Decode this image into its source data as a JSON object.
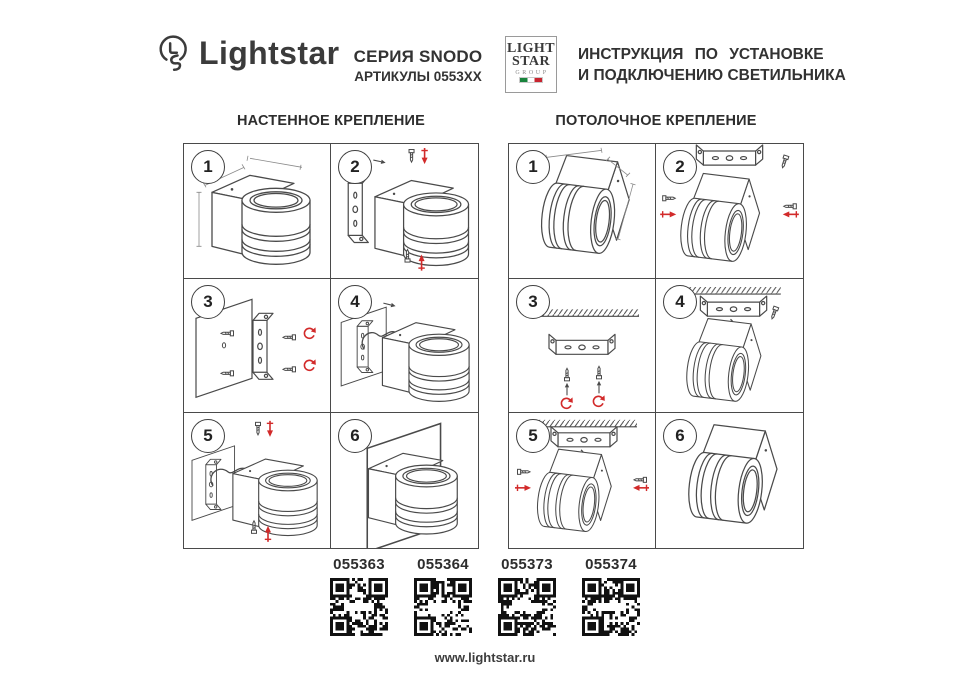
{
  "header": {
    "brand": "Lightstar",
    "series": {
      "line1": "СЕРИЯ SNODO",
      "line2": "АРТИКУЛЫ 0553XX"
    },
    "group_logo": {
      "line1": "LIGHT",
      "line2": "STAR",
      "line3": "GROUP"
    },
    "title": {
      "line1": "ИНСТРУКЦИЯ ПО УСТАНОВКЕ",
      "line2": "И ПОДКЛЮЧЕНИЮ СВЕТИЛЬНИКА"
    }
  },
  "sections": [
    {
      "id": "wall",
      "title": "НАСТЕННОЕ КРЕПЛЕНИЕ",
      "steps": [
        {
          "number": "1"
        },
        {
          "number": "2"
        },
        {
          "number": "3"
        },
        {
          "number": "4"
        },
        {
          "number": "5"
        },
        {
          "number": "6"
        }
      ]
    },
    {
      "id": "ceiling",
      "title": "ПОТОЛОЧНОЕ КРЕПЛЕНИЕ",
      "steps": [
        {
          "number": "1"
        },
        {
          "number": "2"
        },
        {
          "number": "3"
        },
        {
          "number": "4"
        },
        {
          "number": "5"
        },
        {
          "number": "6"
        }
      ]
    }
  ],
  "articles": [
    {
      "code": "055363"
    },
    {
      "code": "055364"
    },
    {
      "code": "055373"
    },
    {
      "code": "055374"
    }
  ],
  "footer": {
    "url": "www.lightstar.ru"
  },
  "colors": {
    "accent_red": "#d22a2a",
    "line": "#4a4a4a",
    "text": "#2f2f2f"
  }
}
